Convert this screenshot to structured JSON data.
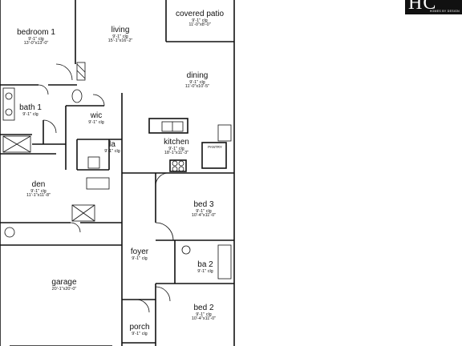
{
  "rooms": {
    "bedroom1": {
      "name": "bedroom 1",
      "clg": "9'-1\" clg",
      "dims": "13'-0\"x13'-0\""
    },
    "living": {
      "name": "living",
      "clg": "9'-1\" clg",
      "dims": "15'-1\"x16'-2\""
    },
    "covered_patio": {
      "name": "covered patio",
      "clg": "9'-1\" clg",
      "dims": "11'-0\"x8'-0\""
    },
    "dining": {
      "name": "dining",
      "clg": "9'-1\" clg",
      "dims": "11'-0\"x10'-5\""
    },
    "bath1": {
      "name": "bath 1",
      "clg": "9'-1\" clg"
    },
    "wic": {
      "name": "wic",
      "clg": "9'-1\" clg"
    },
    "laundry": {
      "name": "la",
      "clg": "9'-1\" clg"
    },
    "kitchen": {
      "name": "kitchen",
      "clg": "9'-1\" clg",
      "dims": "18'-1\"x11'-3\""
    },
    "pantry": {
      "name": "PANTRY"
    },
    "den": {
      "name": "den",
      "clg": "9'-1\" clg",
      "dims": "11'-1\"x11'-8\""
    },
    "bed3": {
      "name": "bed 3",
      "clg": "9'-1\" clg",
      "dims": "10'-4\"x11'-0\""
    },
    "foyer": {
      "name": "foyer",
      "clg": "9'-1\" clg"
    },
    "ba2": {
      "name": "ba 2",
      "clg": "9'-1\" clg"
    },
    "garage": {
      "name": "garage",
      "dims": "20'-1\"x20'-0\""
    },
    "bed2": {
      "name": "bed 2",
      "clg": "9'-1\" clg",
      "dims": "10'-4\"x11'-0\""
    },
    "porch": {
      "name": "porch",
      "clg": "9'-1\" clg"
    }
  },
  "logo": {
    "text": "HC",
    "small": "HOMES BY DESIGN"
  }
}
